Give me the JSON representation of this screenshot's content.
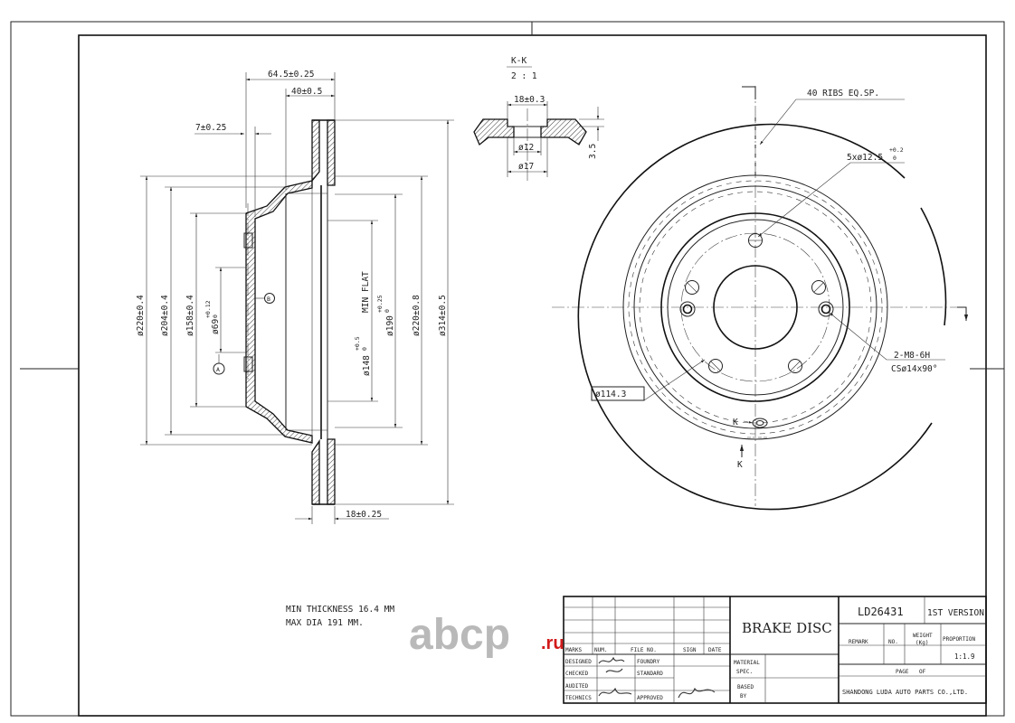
{
  "drawing": {
    "title": "BRAKE DISC",
    "part_number": "LD26431",
    "version": "1ST VERSION",
    "proportion": "1:1.9",
    "company": "SHANDONG LUDA AUTO PARTS CO.,LTD.",
    "notes": [
      "MIN THICKNESS 16.4 MM",
      "MAX DIA 191 MM."
    ]
  },
  "section_view": {
    "dims": {
      "overall_depth": "64.5±0.25",
      "hat_depth": "40±0.5",
      "flange_thickness": "7±0.25",
      "d220_outer": "ø220±0.4",
      "d204": "ø204±0.4",
      "d158": "ø158±0.4",
      "d69": "ø69",
      "d69_tol_upper": "+0.12",
      "d69_tol_lower": "0",
      "d148": "ø148",
      "d148_tol_upper": "+0.5",
      "d148_tol_lower": "0",
      "min_flat": "MIN FLAT",
      "d190": "ø190",
      "d190_tol_upper": "+0.25",
      "d190_tol_lower": "0",
      "d220_inner": "ø220±0.8",
      "d314": "ø314±0.5",
      "disc_thickness": "18±0.25"
    },
    "datum_a": "A",
    "datum_b": "B"
  },
  "detail_view": {
    "label": "K-K",
    "scale": "2 : 1",
    "width": "18±0.3",
    "height": "3.5",
    "inner_dia": "ø12",
    "outer_dia": "ø17"
  },
  "front_view": {
    "ribs": "40 RIBS EQ.SP.",
    "bolt_holes": "5xø12.5",
    "bolt_tol_upper": "+0.2",
    "bolt_tol_lower": "0",
    "thread": "2-M8-6H",
    "countersink": "CSø14x90°",
    "pcd": "ø114.3",
    "section_mark": "K"
  },
  "title_block": {
    "marks": "MARKS",
    "num": "NUM.",
    "file_no": "FILE NO.",
    "sign": "SIGN",
    "date": "DATE",
    "designed": "DESIGNED",
    "checked": "CHECKED",
    "audited": "AUDITED",
    "technics": "TECHNICS",
    "foundry": "FOUNDRY",
    "standard": "STANDARD",
    "approved": "APPROVED",
    "material_spec_1": "MATERIAL",
    "material_spec_2": "SPEC.",
    "based_by_1": "BASED",
    "based_by_2": "BY",
    "remark": "REMARK",
    "no": "NO.",
    "weight_1": "WEIGHT",
    "weight_2": "(Kg)",
    "proportion_label": "PROPORTION",
    "page": "PAGE",
    "of": "OF"
  },
  "watermark": {
    "text": "abcp",
    "suffix": ".ru"
  }
}
